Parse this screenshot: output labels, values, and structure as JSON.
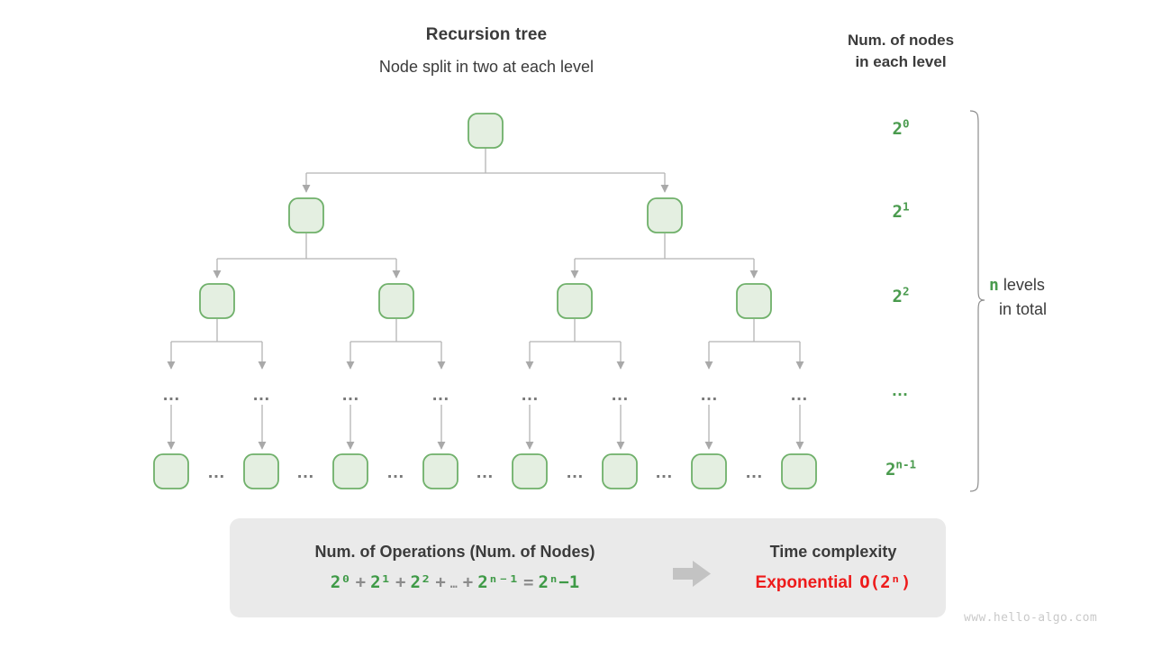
{
  "tree": {
    "title": "Recursion tree",
    "subtitle": "Node split in two at each level"
  },
  "column": {
    "title_line1": "Num. of nodes",
    "title_line2": "in each level",
    "level_labels": [
      {
        "base": "2",
        "exp": "0"
      },
      {
        "base": "2",
        "exp": "1"
      },
      {
        "base": "2",
        "exp": "2"
      },
      {
        "base": "…",
        "exp": ""
      },
      {
        "base": "2",
        "exp": "n-1"
      }
    ],
    "level_label_text": [
      "2⁰",
      "2¹",
      "2²",
      "…",
      "2ⁿ⁻¹"
    ]
  },
  "brace": {
    "n_symbol": "n",
    "label_line1": "levels",
    "label_line2": "in total"
  },
  "summary": {
    "left_heading": "Num. of Operations (Num. of Nodes)",
    "formula": {
      "terms": [
        "2⁰",
        "2¹",
        "2²",
        "…",
        "2ⁿ⁻¹"
      ],
      "operator": "+",
      "equals": "=",
      "result": "2ⁿ−1"
    },
    "right_heading": "Time complexity",
    "verdict_word": "Exponential",
    "verdict_notation": "O(2ⁿ)",
    "arrow": "arrow-right-icon"
  },
  "watermark": "www.hello-algo.com",
  "colors": {
    "node_fill": "#e4efe1",
    "node_border": "#6fb06a",
    "green_text": "#4a9b4e",
    "edge_gray": "#b4b4b4",
    "dark_text": "#3b3b3b",
    "red": "#ee1b1b",
    "box_bg": "#eaeaea",
    "watermark": "#c9c9c9"
  },
  "tree_nodes": {
    "level0_x": [
      539
    ],
    "level1_x": [
      340,
      738
    ],
    "level2_x": [
      241,
      440,
      638,
      837
    ],
    "dots_x": [
      190,
      290,
      389,
      489,
      588,
      688,
      787,
      887
    ],
    "level4_x": [
      190,
      290,
      389,
      489,
      588,
      688,
      787,
      887
    ],
    "gap_dots_x": [
      240,
      339,
      439,
      538,
      638,
      737,
      837
    ],
    "dot_text": "…"
  }
}
